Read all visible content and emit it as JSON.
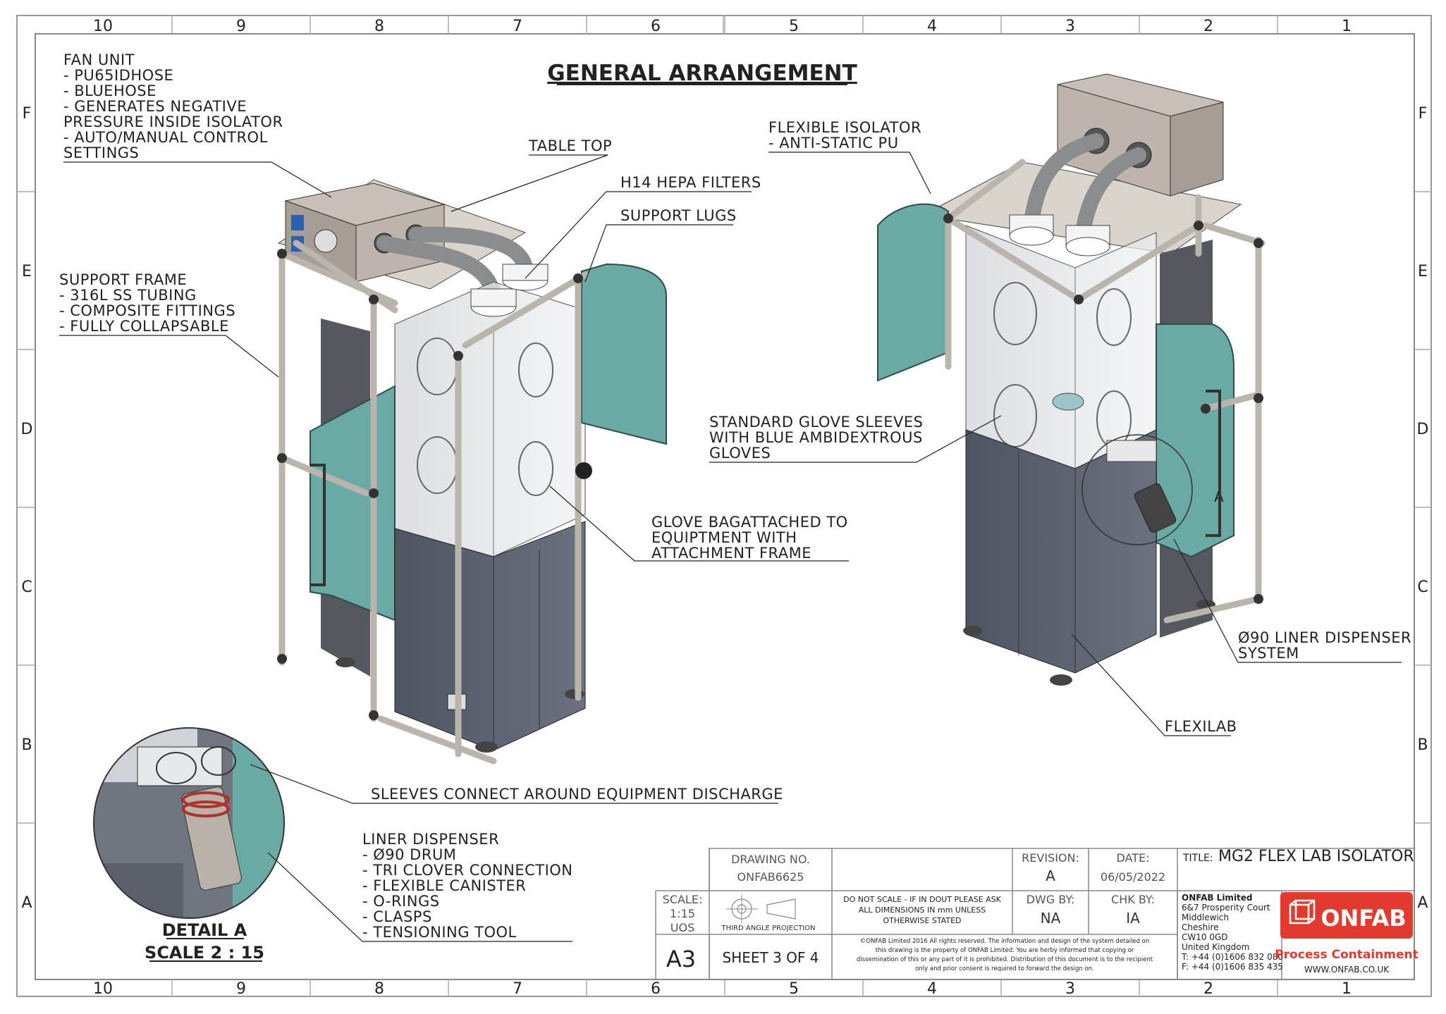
{
  "drawing": {
    "title_heading": "GENERAL ARRANGEMENT",
    "detail_title": "DETAIL A",
    "detail_scale": "SCALE 2 : 15",
    "detail_marker": "A"
  },
  "grid": {
    "columns": [
      "10",
      "9",
      "8",
      "7",
      "6",
      "5",
      "4",
      "3",
      "2",
      "1"
    ],
    "rows": [
      "F",
      "E",
      "D",
      "C",
      "B",
      "A"
    ]
  },
  "callouts": {
    "fan_unit": [
      "FAN UNIT",
      "- PU65IDHOSE",
      "- BLUEHOSE",
      "- GENERATES NEGATIVE",
      "PRESSURE INSIDE ISOLATOR",
      "- AUTO/MANUAL CONTROL",
      "SETTINGS"
    ],
    "table_top": "TABLE TOP",
    "hepa": "H14 HEPA FILTERS",
    "support_lugs": "SUPPORT LUGS",
    "support_frame": [
      "SUPPORT FRAME",
      "- 316L SS TUBING",
      "- COMPOSITE FITTINGS",
      "- FULLY COLLAPSABLE"
    ],
    "glove_bag": [
      "GLOVE BAGATTACHED TO",
      "EQUIPTMENT WITH",
      "ATTACHMENT FRAME"
    ],
    "sleeves_connect": "SLEEVES CONNECT AROUND EQUIPMENT DISCHARGE",
    "liner_dispenser": [
      "LINER DISPENSER",
      "- Ø90 DRUM",
      "- TRI CLOVER CONNECTION",
      "- FLEXIBLE CANISTER",
      "- O-RINGS",
      "- CLASPS",
      "- TENSIONING TOOL"
    ],
    "flexible_isolator": [
      "FLEXIBLE ISOLATOR",
      "- ANTI-STATIC PU"
    ],
    "glove_sleeves": [
      "STANDARD GLOVE SLEEVES",
      "WITH BLUE AMBIDEXTROUS",
      "GLOVES"
    ],
    "liner_system": [
      "Ø90 LINER DISPENSER",
      "SYSTEM"
    ],
    "flexilab": "FLEXILAB"
  },
  "title_block": {
    "drawing_no_label": "DRAWING NO.",
    "drawing_no": "ONFAB6625",
    "revision_label": "REVISION:",
    "revision": "A",
    "date_label": "DATE:",
    "date": "06/05/2022",
    "title_label": "TITLE:",
    "title": "MG2 FLEX LAB ISOLATOR",
    "scale_label": "SCALE:",
    "scale": "1:15",
    "units": "UOS",
    "projection": "THIRD ANGLE PROJECTION",
    "note": [
      "DO NOT SCALE - IF IN DOUT PLEASE ASK",
      "ALL DIMENSIONS IN mm UNLESS",
      "OTHERWISE STATED"
    ],
    "dwg_by_label": "DWG BY:",
    "dwg_by": "NA",
    "chk_by_label": "CHK BY:",
    "chk_by": "IA",
    "sheet_size": "A3",
    "sheet": "SHEET 3 OF 4",
    "copyright": [
      "©ONFAB Limited 2016 All rights reserved. The information and design of the system detailed on",
      "this drawing is the property of ONFAB Limited. You are herby informed that copying or",
      "dissemination of this or any part of it is prohibited. Distribution of this document is to the recipient",
      "only and prior consent is required to forward the design on."
    ],
    "company": [
      "ONFAB Limited",
      "6&7 Prosperity Court",
      "Middlewich",
      "Cheshire",
      "CW10 0GD",
      "United Kingdom",
      "T: +44 (0)1606 832 080",
      "F: +44 (0)1606 835 435"
    ],
    "logo_text": "ONFAB",
    "tagline": "Process Containment",
    "website": "WWW.ONFAB.CO.UK"
  },
  "colors": {
    "panel_teal": "#6aa9a4",
    "cabinet": "#5f6472",
    "frame": "#c9c5bd",
    "box": "#b6aea6",
    "brand_red": "#e23b2e"
  }
}
